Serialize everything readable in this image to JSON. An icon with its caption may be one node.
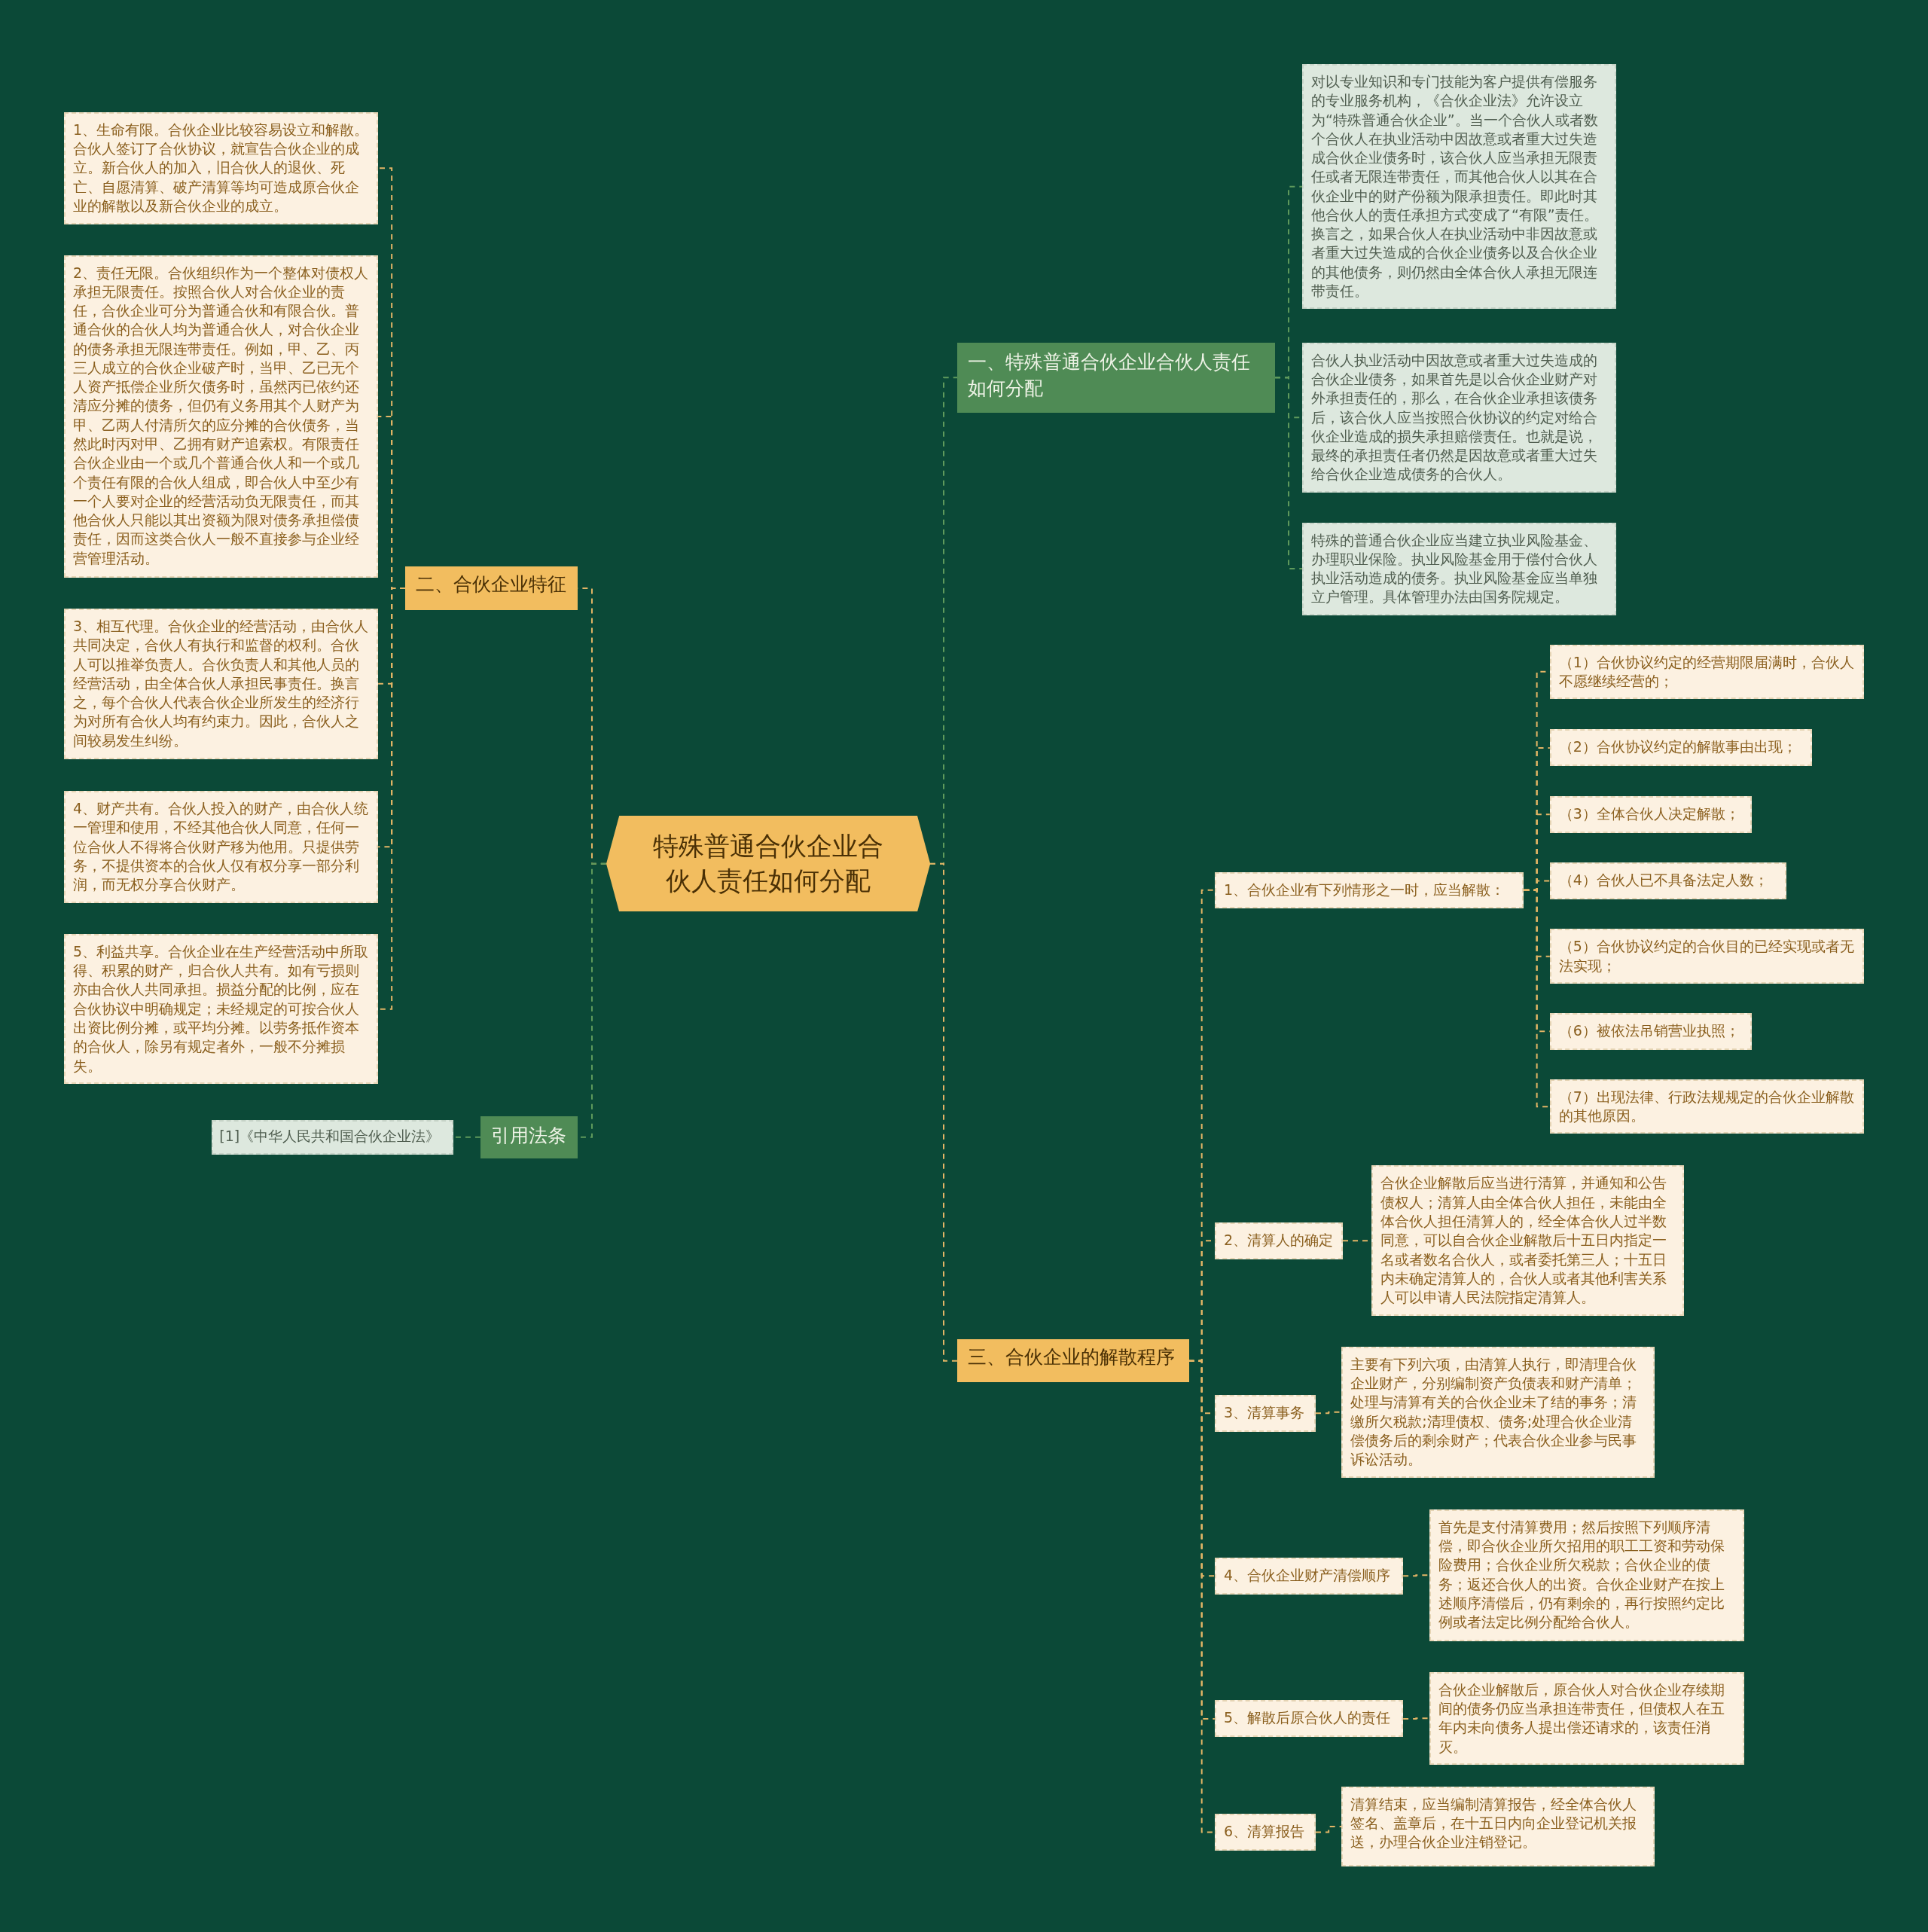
{
  "diagram": {
    "nodes": [
      {
        "text": [
          "特殊普通合伙企业合伙人责任如何分配"
        ]
      },
      {
        "text": [
          "一、特殊普通合伙企业合伙人责任如何分配"
        ]
      },
      {
        "text": [
          "对以专业知识和专门技能为客户提供有偿服务的专业服务机构，《合伙企业法》允许设立为“特殊普通合伙企业”。当一个合伙人或者数个合伙人在执业活动中因故意或者重大过失造成合伙企业债务时，该合伙人应当承担无限责任或者无限连带责任，而其他合伙人以其在合伙企业中的财产份额为限承担责任。即此时其他合伙人的责任承担方式变成了“有限”责任。换言之，如果合伙人在执业活动中非因故意或者重大过失造成的合伙企业债务以及合伙企业的其他债务，则仍然由全体合伙人承担无限连带责任。"
        ]
      },
      {
        "text": [
          "合伙人执业活动中因故意或者重大过失造成的合伙企业债务，如果首先是以合伙企业财产对外承担责任的，那么，在合伙企业承担该债务后，该合伙人应当按照合伙协议的约定对给合伙企业造成的损失承担赔偿责任。也就是说，最终的承担责任者仍然是因故意或者重大过失给合伙企业造成债务的合伙人。"
        ]
      },
      {
        "text": [
          "特殊的普通合伙企业应当建立执业风险基金、办理职业保险。执业风险基金用于偿付合伙人执业活动造成的债务。执业风险基金应当单独立户管理。具体管理办法由国务院规定。"
        ]
      },
      {
        "text": [
          "二、合伙企业特征"
        ]
      },
      {
        "text": [
          "1、生命有限。合伙企业比较容易设立和解散。合伙人签订了合伙协议，就宣告合伙企业的成立。新合伙人的加入，旧合伙人的退伙、死亡、自愿清算、破产清算等均可造成原合伙企业的解散以及新合伙企业的成立。"
        ]
      },
      {
        "text": [
          "2、责任无限。合伙组织作为一个整体对债权人承担无限责任。按照合伙人对合伙企业的责任，合伙企业可分为普通合伙和有限合伙。普通合伙的合伙人均为普通合伙人，对合伙企业的债务承担无限连带责任。例如，甲、乙、丙三人成立的合伙企业破产时，当甲、乙已无个人资产抵偿企业所欠债务时，虽然丙已依约还清应分摊的债务，但仍有义务用其个人财产为甲、乙两人付清所欠的应分摊的合伙债务，当然此时丙对甲、乙拥有财产追索权。有限责任合伙企业由一个或几个普通合伙人和一个或几个责任有限的合伙人组成，即合伙人中至少有一个人要对企业的经营活动负无限责任，而其他合伙人只能以其出资额为限对债务承担偿债责任，因而这类合伙人一般不直接参与企业经营管理活动。"
        ]
      },
      {
        "text": [
          "3、相互代理。合伙企业的经营活动，由合伙人共同决定，合伙人有执行和监督的权利。合伙人可以推举负责人。合伙负责人和其他人员的经营活动，由全体合伙人承担民事责任。换言之，每个合伙人代表合伙企业所发生的经济行为对所有合伙人均有约束力。因此，合伙人之间较易发生纠纷。"
        ]
      },
      {
        "text": [
          "4、财产共有。合伙人投入的财产，由合伙人统一管理和使用，不经其他合伙人同意，任何一位合伙人不得将合伙财产移为他用。只提供劳务，不提供资本的合伙人仅有权分享一部分利润，而无权分享合伙财产。"
        ]
      },
      {
        "text": [
          "5、利益共享。合伙企业在生产经营活动中所取得、积累的财产，归合伙人共有。如有亏损则亦由合伙人共同承担。损益分配的比例，应在合伙协议中明确规定；未经规定的可按合伙人出资比例分摊，或平均分摊。以劳务抵作资本的合伙人，除另有规定者外，一般不分摊损失。"
        ]
      },
      {
        "text": [
          "三、合伙企业的解散程序"
        ]
      },
      {
        "text": [
          "1、合伙企业有下列情形之一时，应当解散："
        ]
      },
      {
        "text": [
          "（1）合伙协议约定的经营期限届满时，合伙人不愿继续经营的；"
        ]
      },
      {
        "text": [
          "（2）合伙协议约定的解散事由出现；"
        ]
      },
      {
        "text": [
          "（3）全体合伙人决定解散；"
        ]
      },
      {
        "text": [
          "（4）合伙人已不具备法定人数；"
        ]
      },
      {
        "text": [
          "（5）合伙协议约定的合伙目的已经实现或者无法实现；"
        ]
      },
      {
        "text": [
          "（6）被依法吊销营业执照；"
        ]
      },
      {
        "text": [
          "（7）出现法律、行政法规规定的合伙企业解散的其他原因。"
        ]
      },
      {
        "text": [
          "2、清算人的确定"
        ]
      },
      {
        "text": [
          "合伙企业解散后应当进行清算，并通知和公告债权人；清算人由全体合伙人担任，未能由全体合伙人担任清算人的，经全体合伙人过半数同意，可以自合伙企业解散后十五日内指定一名或者数名合伙人，或者委托第三人；十五日内未确定清算人的，合伙人或者其他利害关系人可以申请人民法院指定清算人。"
        ]
      },
      {
        "text": [
          "3、清算事务"
        ]
      },
      {
        "text": [
          "主要有下列六项，由清算人执行，即清理合伙企业财产，分别编制资产负债表和财产清单；处理与清算有关的合伙企业未了结的事务；清缴所欠税款;清理债权、债务;处理合伙企业清偿债务后的剩余财产；代表合伙企业参与民事诉讼活动。"
        ]
      },
      {
        "text": [
          "4、合伙企业财产清偿顺序"
        ]
      },
      {
        "text": [
          "首先是支付清算费用；然后按照下列顺序清偿，即合伙企业所欠招用的职工工资和劳动保险费用；合伙企业所欠税款；合伙企业的债务；返还合伙人的出资。合伙企业财产在按上述顺序清偿后，仍有剩余的，再行按照约定比例或者法定比例分配给合伙人。"
        ]
      },
      {
        "text": [
          "5、解散后原合伙人的责任"
        ]
      },
      {
        "text": [
          "合伙企业解散后，原合伙人对合伙企业存续期间的债务仍应当承担连带责任，但债权人在五年内未向债务人提出偿还请求的，该责任消灭。"
        ]
      },
      {
        "text": [
          "6、清算报告"
        ]
      },
      {
        "text": [
          "清算结束，应当编制清算报告，经全体合伙人签名、盖章后，在十五日内向企业登记机关报送，办理合伙企业注销登记。"
        ]
      },
      {
        "text": [
          "引用法条"
        ]
      },
      {
        "text": [
          "[1]《中华人民共和国合伙企业法》"
        ]
      }
    ],
    "edges": [
      {
        "from": 0,
        "to": 1,
        "arrow": "none",
        "color": "#5f9a5c"
      },
      {
        "from": 1,
        "to": 2,
        "arrow": "none",
        "color": "#5f9a5c"
      },
      {
        "from": 1,
        "to": 3,
        "arrow": "none",
        "color": "#5f9a5c"
      },
      {
        "from": 1,
        "to": 4,
        "arrow": "none",
        "color": "#5f9a5c"
      },
      {
        "from": 0,
        "to": 5,
        "arrow": "none"
      },
      {
        "from": 5,
        "to": 6,
        "arrow": "none"
      },
      {
        "from": 5,
        "to": 7,
        "arrow": "none"
      },
      {
        "from": 5,
        "to": 8,
        "arrow": "none"
      },
      {
        "from": 5,
        "to": 9,
        "arrow": "none"
      },
      {
        "from": 5,
        "to": 10,
        "arrow": "none"
      },
      {
        "from": 0,
        "to": 11,
        "arrow": "none"
      },
      {
        "from": 11,
        "to": 12,
        "arrow": "none"
      },
      {
        "from": 12,
        "to": 13,
        "arrow": "none"
      },
      {
        "from": 12,
        "to": 14,
        "arrow": "none"
      },
      {
        "from": 12,
        "to": 15,
        "arrow": "none"
      },
      {
        "from": 12,
        "to": 16,
        "arrow": "none"
      },
      {
        "from": 12,
        "to": 17,
        "arrow": "none"
      },
      {
        "from": 12,
        "to": 18,
        "arrow": "none"
      },
      {
        "from": 12,
        "to": 19,
        "arrow": "none"
      },
      {
        "from": 11,
        "to": 20,
        "arrow": "none"
      },
      {
        "from": 20,
        "to": 21,
        "arrow": "none"
      },
      {
        "from": 11,
        "to": 22,
        "arrow": "none"
      },
      {
        "from": 22,
        "to": 23,
        "arrow": "none"
      },
      {
        "from": 11,
        "to": 24,
        "arrow": "none"
      },
      {
        "from": 24,
        "to": 25,
        "arrow": "none"
      },
      {
        "from": 11,
        "to": 26,
        "arrow": "none"
      },
      {
        "from": 26,
        "to": 27,
        "arrow": "none"
      },
      {
        "from": 11,
        "to": 28,
        "arrow": "none"
      },
      {
        "from": 28,
        "to": 29,
        "arrow": "none"
      },
      {
        "from": 0,
        "to": 30,
        "arrow": "none",
        "color": "#5f9a5c"
      },
      {
        "from": 30,
        "to": 31,
        "arrow": "none",
        "color": "#5f9a5c"
      }
    ]
  }
}
